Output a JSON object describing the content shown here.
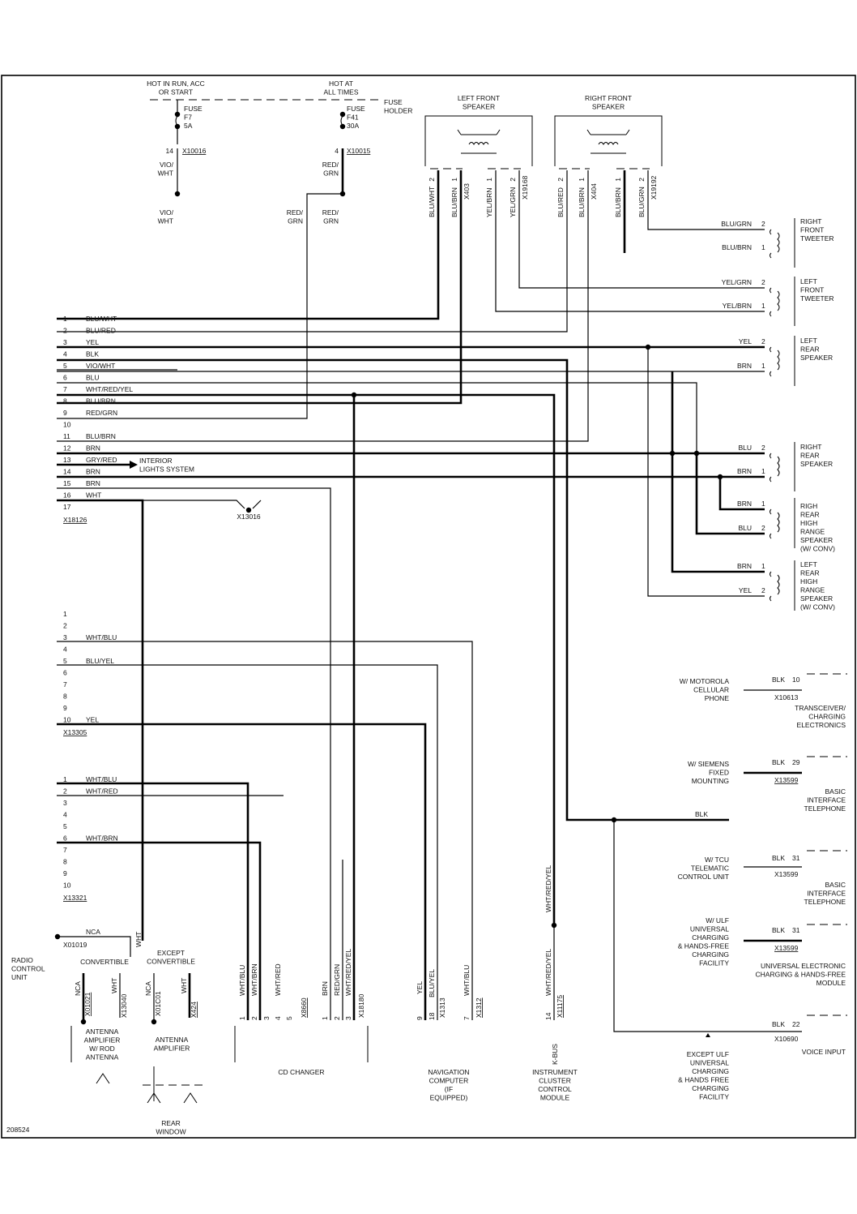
{
  "diagram_id": "208524",
  "power": {
    "run": {
      "label": [
        "HOT IN RUN, ACC",
        "OR START"
      ],
      "fuse": [
        "FUSE",
        "F7",
        "5A"
      ],
      "pin": "14",
      "connector": "X10016",
      "wire": [
        "VIO/",
        "WHT"
      ],
      "wire_below": [
        "VIO/",
        "WHT"
      ]
    },
    "always": {
      "label": [
        "HOT AT",
        "ALL TIMES"
      ],
      "fuse": [
        "FUSE",
        "F41",
        "30A"
      ],
      "pin": "4",
      "connector": "X10015",
      "wire": [
        "RED/",
        "GRN"
      ],
      "wire_below": [
        "RED/",
        "GRN"
      ],
      "branch_wire": [
        "RED/",
        "GRN"
      ]
    },
    "fuse_holder": [
      "FUSE",
      "HOLDER"
    ]
  },
  "front_speakers": [
    {
      "title": [
        "LEFT FRONT",
        "SPEAKER"
      ],
      "connectors": [
        {
          "name": "X403",
          "pins": [
            {
              "pin": "2",
              "wire": "BLU/WHT"
            },
            {
              "pin": "1",
              "wire": "BLU/BRN"
            }
          ]
        },
        {
          "name": "X19168",
          "pins": [
            {
              "pin": "1",
              "wire": "YEL/BRN"
            },
            {
              "pin": "2",
              "wire": "YEL/GRN"
            }
          ]
        }
      ]
    },
    {
      "title": [
        "RIGHT FRONT",
        "SPEAKER"
      ],
      "connectors": [
        {
          "name": "X404",
          "pins": [
            {
              "pin": "2",
              "wire": "BLU/RED"
            },
            {
              "pin": "1",
              "wire": "BLU/BRN"
            }
          ]
        },
        {
          "name": "X19192",
          "pins": [
            {
              "pin": "1",
              "wire": "BLU/BRN"
            },
            {
              "pin": "2",
              "wire": "BLU/GRN"
            }
          ]
        }
      ]
    }
  ],
  "right_components": [
    {
      "title": [
        "RIGHT",
        "FRONT",
        "TWEETER"
      ],
      "pins": [
        {
          "wire": "BLU/GRN",
          "pin": "2"
        },
        {
          "wire": "BLU/BRN",
          "pin": "1"
        }
      ]
    },
    {
      "title": [
        "LEFT",
        "FRONT",
        "TWEETER"
      ],
      "pins": [
        {
          "wire": "YEL/GRN",
          "pin": "2"
        },
        {
          "wire": "YEL/BRN",
          "pin": "1"
        }
      ]
    },
    {
      "title": [
        "LEFT",
        "REAR",
        "SPEAKER"
      ],
      "pins": [
        {
          "wire": "YEL",
          "pin": "2"
        },
        {
          "wire": "BRN",
          "pin": "1"
        }
      ]
    },
    {
      "title": [
        "RIGHT",
        "REAR",
        "SPEAKER"
      ],
      "pins": [
        {
          "wire": "BLU",
          "pin": "2"
        },
        {
          "wire": "BRN",
          "pin": "1"
        }
      ]
    },
    {
      "title": [
        "RIGH",
        "REAR",
        "HIGH",
        "RANGE",
        "SPEAKER",
        "(W/ CONV)"
      ],
      "pins": [
        {
          "wire": "BRN",
          "pin": "1"
        },
        {
          "wire": "BLU",
          "pin": "2"
        }
      ]
    },
    {
      "title": [
        "LEFT",
        "REAR",
        "HIGH",
        "RANGE",
        "SPEAKER",
        "(W/ CONV)"
      ],
      "pins": [
        {
          "wire": "BRN",
          "pin": "1"
        },
        {
          "wire": "YEL",
          "pin": "2"
        }
      ]
    }
  ],
  "connector_x18126": {
    "name": "X18126",
    "pins": [
      {
        "pin": "1",
        "wire": "BLU/WHT"
      },
      {
        "pin": "2",
        "wire": "BLU/RED"
      },
      {
        "pin": "3",
        "wire": "YEL"
      },
      {
        "pin": "4",
        "wire": "BLK"
      },
      {
        "pin": "5",
        "wire": "VIO/WHT"
      },
      {
        "pin": "6",
        "wire": "BLU"
      },
      {
        "pin": "7",
        "wire": "WHT/RED/YEL"
      },
      {
        "pin": "8",
        "wire": "BLU/BRN"
      },
      {
        "pin": "9",
        "wire": "RED/GRN"
      },
      {
        "pin": "10",
        "wire": ""
      },
      {
        "pin": "11",
        "wire": "BLU/BRN"
      },
      {
        "pin": "12",
        "wire": "BRN"
      },
      {
        "pin": "13",
        "wire": "GRY/RED"
      },
      {
        "pin": "14",
        "wire": "BRN"
      },
      {
        "pin": "15",
        "wire": "BRN"
      },
      {
        "pin": "16",
        "wire": "WHT"
      },
      {
        "pin": "17",
        "wire": ""
      }
    ],
    "interior_lights": [
      "INTERIOR",
      "LIGHTS SYSTEM"
    ],
    "ground": "X13016"
  },
  "connector_x13305": {
    "name": "X13305",
    "pins": [
      {
        "pin": "1",
        "wire": ""
      },
      {
        "pin": "2",
        "wire": ""
      },
      {
        "pin": "3",
        "wire": "WHT/BLU"
      },
      {
        "pin": "4",
        "wire": ""
      },
      {
        "pin": "5",
        "wire": "BLU/YEL"
      },
      {
        "pin": "6",
        "wire": ""
      },
      {
        "pin": "7",
        "wire": ""
      },
      {
        "pin": "8",
        "wire": ""
      },
      {
        "pin": "9",
        "wire": ""
      },
      {
        "pin": "10",
        "wire": "YEL"
      }
    ]
  },
  "connector_x13321": {
    "name": "X13321",
    "pins": [
      {
        "pin": "1",
        "wire": "WHT/BLU"
      },
      {
        "pin": "2",
        "wire": "WHT/RED"
      },
      {
        "pin": "3",
        "wire": ""
      },
      {
        "pin": "4",
        "wire": ""
      },
      {
        "pin": "5",
        "wire": ""
      },
      {
        "pin": "6",
        "wire": "WHT/BRN"
      },
      {
        "pin": "7",
        "wire": ""
      },
      {
        "pin": "8",
        "wire": ""
      },
      {
        "pin": "9",
        "wire": ""
      },
      {
        "pin": "10",
        "wire": ""
      }
    ]
  },
  "radio_control_unit": [
    "RADIO",
    "CONTROL",
    "UNIT"
  ],
  "antenna": {
    "splice": "X01019",
    "nca_wire": "NCA",
    "wht_wire": "WHT",
    "convertible": {
      "label": "CONVERTIBLE",
      "wires": [
        {
          "wire": "NCA",
          "connector": "X01021"
        },
        {
          "wire": "WHT",
          "connector": "X13040"
        }
      ],
      "title": [
        "ANTENNA",
        "AMPLIFIER",
        "W/ ROD",
        "ANTENNA"
      ]
    },
    "except": {
      "label": [
        "EXCEPT",
        "CONVERTIBLE"
      ],
      "wires": [
        {
          "wire": "NCA",
          "connector": "X01C01"
        },
        {
          "wire": "WHT",
          "connector": "X424"
        }
      ],
      "title": [
        "ANTENNA",
        "AMPLIFIER"
      ]
    },
    "rear_window": [
      "REAR",
      "WINDOW"
    ]
  },
  "cd_changer": {
    "title": "CD CHANGER",
    "x8660": {
      "name": "X8660",
      "pins": [
        {
          "pin": "1",
          "wire": "WHT/BLU"
        },
        {
          "pin": "2",
          "wire": "WHT/BRN"
        },
        {
          "pin": "3",
          "wire": ""
        },
        {
          "pin": "4",
          "wire": "WHT/RED"
        },
        {
          "pin": "5",
          "wire": ""
        }
      ]
    },
    "x18180": {
      "name": "X18180",
      "pins": [
        {
          "pin": "1",
          "wire": "BRN"
        },
        {
          "pin": "2",
          "wire": "RED/GRN"
        },
        {
          "pin": "3",
          "wire": "WHT/RED/YEL"
        }
      ]
    }
  },
  "navigation": {
    "title": [
      "NAVIGATION",
      "COMPUTER",
      "(IF",
      "EQUIPPED)"
    ],
    "x1313": {
      "name": "X1313",
      "pins": [
        {
          "pin": "9",
          "wire": "YEL"
        },
        {
          "pin": "18",
          "wire": "BLU/YEL"
        }
      ]
    },
    "x1312": {
      "name": "X1312",
      "pins": [
        {
          "pin": "7",
          "wire": "WHT/BLU"
        }
      ]
    }
  },
  "instrument_cluster": {
    "title": [
      "INSTRUMENT",
      "CLUSTER",
      "CONTROL",
      "MODULE"
    ],
    "connector": "X11175",
    "pin": "14",
    "wire": "WHT/RED/YEL",
    "wire_upper": "WHT/RED/YEL",
    "bus": "K-BUS"
  },
  "telephone": {
    "blk_wire": "BLK",
    "entries": [
      {
        "condition": [
          "W/ MOTOROLA",
          "CELLULAR",
          "PHONE"
        ],
        "wire": "BLK",
        "pin": "10",
        "connector": "X10613",
        "module": [
          "TRANSCEIVER/",
          "CHARGING",
          "ELECTRONICS"
        ]
      },
      {
        "condition": [
          "W/ SIEMENS",
          "FIXED",
          "MOUNTING"
        ],
        "wire": "BLK",
        "pin": "29",
        "connector": "X13599",
        "module": [
          "BASIC",
          "INTERFACE",
          "TELEPHONE"
        ]
      },
      {
        "condition": [
          "W/ TCU",
          "TELEMATIC",
          "CONTROL UNIT"
        ],
        "wire": "BLK",
        "pin": "31",
        "connector": "X13599",
        "module": [
          "BASIC",
          "INTERFACE",
          "TELEPHONE"
        ]
      },
      {
        "condition": [
          "W/ ULF",
          "UNIVERSAL",
          "CHARGING",
          "& HANDS-FREE",
          "CHARGING",
          "FACILITY"
        ],
        "wire": "BLK",
        "pin": "31",
        "connector": "X13599",
        "module": [
          "UNIVERSAL ELECTRONIC",
          "CHARGING & HANDS-FREE",
          "MODULE"
        ]
      },
      {
        "condition": [
          "EXCEPT ULF",
          "UNIVERSAL",
          "CHARGING",
          "& HANDS FREE",
          "CHARGING",
          "FACILITY"
        ],
        "wire": "BLK",
        "pin": "22",
        "connector": "X10690",
        "module": [
          "VOICE INPUT"
        ]
      }
    ]
  }
}
